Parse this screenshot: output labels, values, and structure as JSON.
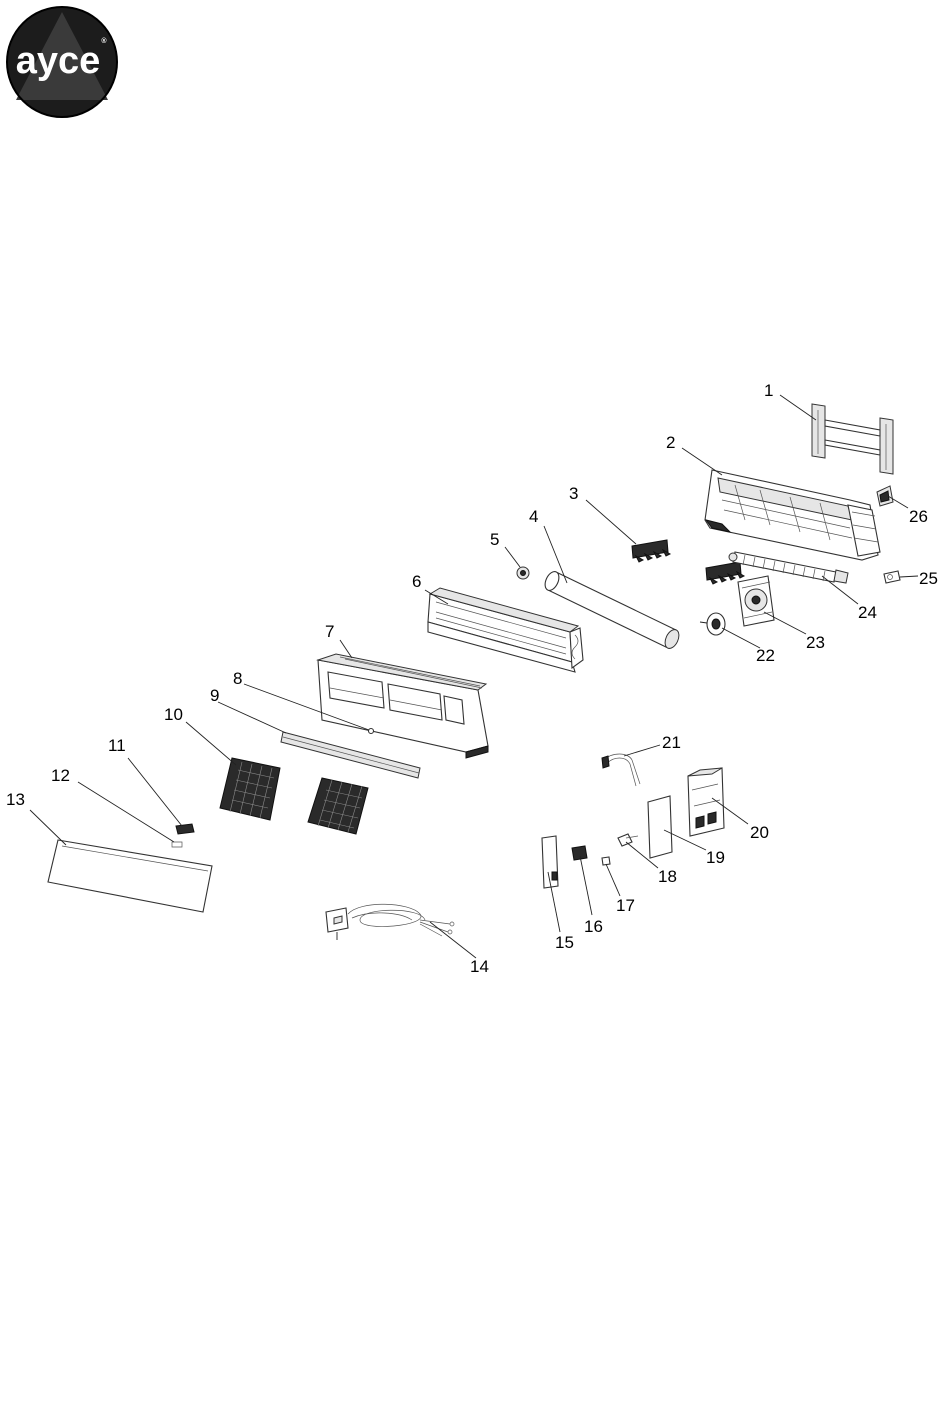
{
  "brand": {
    "name": "ayce",
    "registered_mark": "®"
  },
  "callouts": [
    {
      "id": "1",
      "label": "1"
    },
    {
      "id": "2",
      "label": "2"
    },
    {
      "id": "3",
      "label": "3"
    },
    {
      "id": "4",
      "label": "4"
    },
    {
      "id": "5",
      "label": "5"
    },
    {
      "id": "6",
      "label": "6"
    },
    {
      "id": "7",
      "label": "7"
    },
    {
      "id": "8",
      "label": "8"
    },
    {
      "id": "9",
      "label": "9"
    },
    {
      "id": "10",
      "label": "10"
    },
    {
      "id": "11",
      "label": "11"
    },
    {
      "id": "12",
      "label": "12"
    },
    {
      "id": "13",
      "label": "13"
    },
    {
      "id": "14",
      "label": "14"
    },
    {
      "id": "15",
      "label": "15"
    },
    {
      "id": "16",
      "label": "16"
    },
    {
      "id": "17",
      "label": "17"
    },
    {
      "id": "18",
      "label": "18"
    },
    {
      "id": "19",
      "label": "19"
    },
    {
      "id": "20",
      "label": "20"
    },
    {
      "id": "21",
      "label": "21"
    },
    {
      "id": "22",
      "label": "22"
    },
    {
      "id": "23",
      "label": "23"
    },
    {
      "id": "24",
      "label": "24"
    },
    {
      "id": "25",
      "label": "25"
    },
    {
      "id": "26",
      "label": "26"
    }
  ]
}
